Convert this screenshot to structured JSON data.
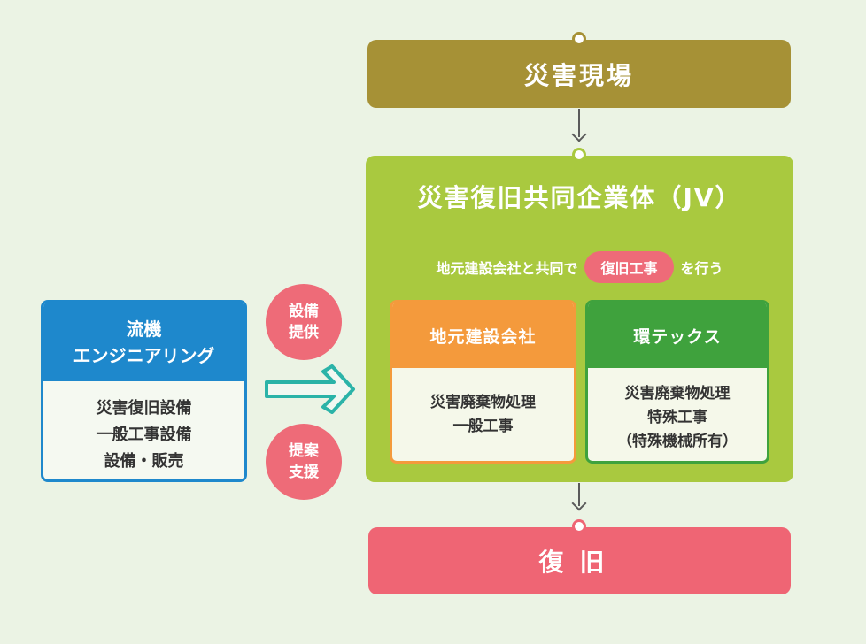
{
  "site": {
    "label": "災害現場"
  },
  "jv": {
    "title": "災害復旧共同企業体（JV）",
    "subtitle_before": "地元建設会社と共同で",
    "subtitle_highlight": "復旧工事",
    "subtitle_after": "を行う",
    "companies": [
      {
        "name": "地元建設会社",
        "lines": [
          "災害廃棄物処理",
          "一般工事"
        ]
      },
      {
        "name": "環テックス",
        "lines": [
          "災害廃棄物処理",
          "特殊工事",
          "（特殊機械所有）"
        ]
      }
    ]
  },
  "ryuki": {
    "name_line1": "流機",
    "name_line2": "エンジニアリング",
    "lines": [
      "災害復旧設備",
      "一般工事設備",
      "設備・販売"
    ]
  },
  "bubbles": [
    {
      "line1": "設備",
      "line2": "提供"
    },
    {
      "line1": "提案",
      "line2": "支援"
    }
  ],
  "recovery": {
    "label": "復旧"
  },
  "colors": {
    "background": "#ebf3e4",
    "site": "#a69136",
    "jv": "#a9c93f",
    "local_company": "#f49a3c",
    "kantex": "#3fa23d",
    "ryuki": "#1e88cc",
    "accent_pink": "#ee6b78",
    "arrow_teal": "#2bb3a8"
  }
}
